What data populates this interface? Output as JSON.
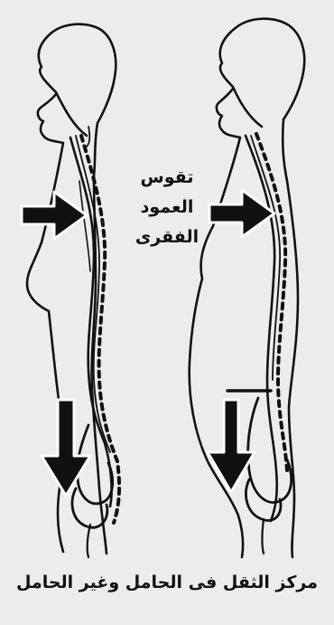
{
  "figure": {
    "center_label_lines": [
      "تقوس",
      "العمود",
      "الفقرى"
    ],
    "caption": "مركز الثقل فى الحامل وغير الحامل"
  },
  "colors": {
    "background": "#ececec",
    "ink": "#111111",
    "arrow_outline": "#ffffff"
  },
  "icons": [
    "horizontal-arrow-icon",
    "down-arrow-icon"
  ]
}
